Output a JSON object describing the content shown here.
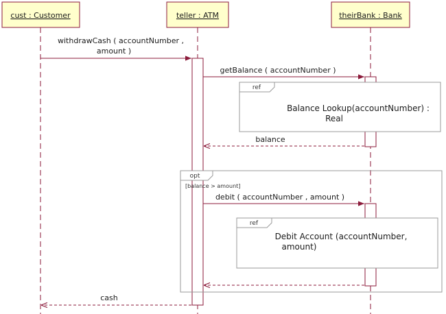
{
  "lifelines": {
    "customer": {
      "label": "cust : Customer"
    },
    "atm": {
      "label": "teller : ATM"
    },
    "bank": {
      "label": "theirBank : Bank"
    }
  },
  "messages": {
    "withdraw": {
      "line1": "withdrawCash ( accountNumber ,",
      "line2": "amount )"
    },
    "get_balance": {
      "label": "getBalance ( accountNumber )"
    },
    "balance_return": {
      "label": "balance"
    },
    "debit": {
      "label": "debit ( accountNumber , amount )"
    },
    "cash_return": {
      "label": "cash"
    }
  },
  "fragments": {
    "balance_ref": {
      "tag": "ref",
      "line1": "Balance Lookup(accountNumber) :",
      "line2": "Real"
    },
    "opt": {
      "tag": "opt",
      "guard": "[balance > amount]"
    },
    "debit_ref": {
      "tag": "ref",
      "line1": "Debit Account (accountNumber,",
      "line2": "amount)"
    }
  },
  "colors": {
    "header_fill": "#ffffcc",
    "header_stroke": "#8b1a3a",
    "lifeline": "#8b1a3a",
    "message": "#8b1a3a",
    "fragment_stroke": "#999999"
  }
}
